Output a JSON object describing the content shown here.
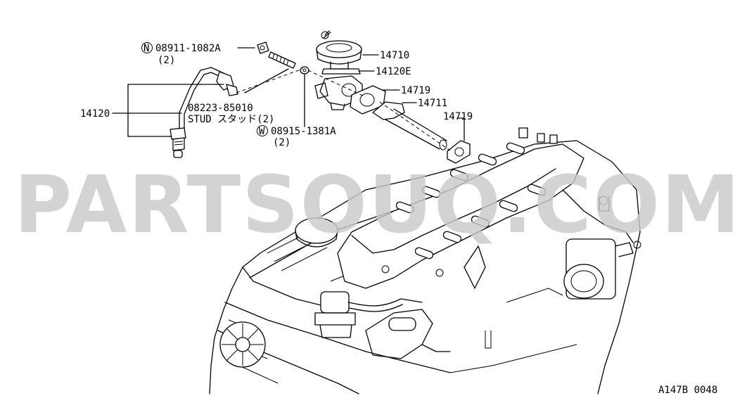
{
  "diagram": {
    "parts": [
      {
        "id": "n_nut",
        "symbol": "N",
        "number": "08911-1082A",
        "qty": "(2)"
      },
      {
        "id": "w_washer",
        "symbol": "W",
        "number": "08915-1381A",
        "qty": "(2)"
      },
      {
        "id": "stud",
        "number": "08223-85010",
        "desc": "STUD スタッド(2)"
      },
      {
        "id": "p14710",
        "number": "14710"
      },
      {
        "id": "p14120e",
        "number": "14120E"
      },
      {
        "id": "p14719a",
        "number": "14719"
      },
      {
        "id": "p14711",
        "number": "14711"
      },
      {
        "id": "p14719b",
        "number": "14719"
      },
      {
        "id": "p14120",
        "number": "14120"
      }
    ],
    "reference": "A147B 0048"
  },
  "watermark": {
    "text": "PARTSOUQ.COM",
    "color": "#c9c9c9"
  },
  "colors": {
    "line": "#000000",
    "background": "#ffffff"
  }
}
